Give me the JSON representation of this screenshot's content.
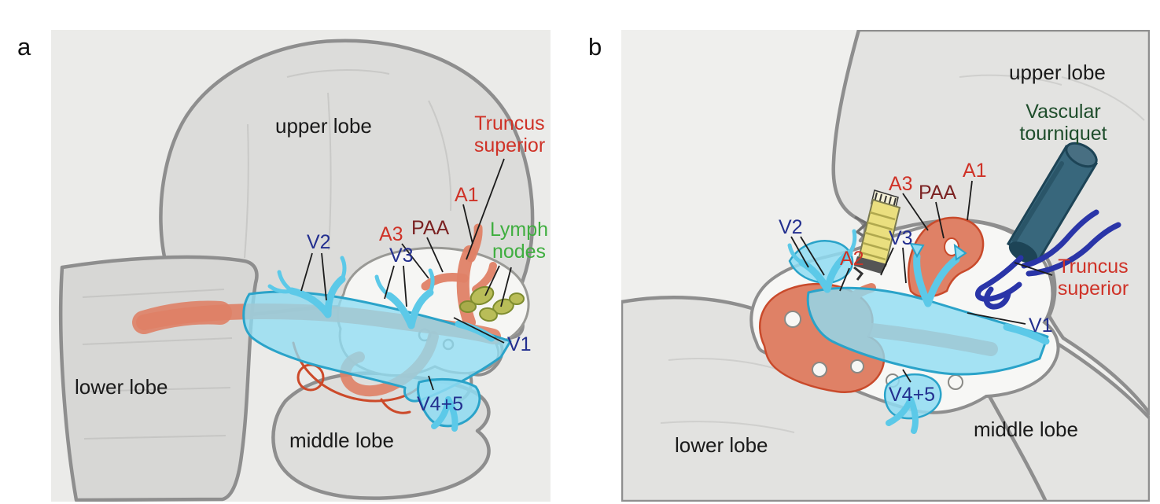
{
  "colors": {
    "panel_background": "#ebebe9",
    "lobe_fill": "#dcdcda",
    "lobe_outline": "#8e8e8e",
    "artery": "#df8166",
    "artery_outline": "#c94a2b",
    "vein": "#8fdcf2",
    "vein_outline": "#2aa3c9",
    "lymph_node": "#b9bd58",
    "lymph_node_outline": "#7e8c2f",
    "tourniquet_body": "#38677c",
    "tourniquet_tube": "#2a35a8",
    "stapler": "#eadf7f",
    "label_black": "#1a1a1a",
    "label_artery_red": "#cf3227",
    "label_paa_maroon": "#7b2222",
    "label_vein_navy": "#232f8f",
    "label_lymph_green": "#3fae3f",
    "label_tourniquet_green": "#1e4d2b"
  },
  "panels": {
    "a": {
      "letter": "a",
      "labels": {
        "upper_lobe": "upper lobe",
        "lower_lobe": "lower lobe",
        "middle_lobe": "middle lobe",
        "truncus_superior": "Truncus superior",
        "a1": "A1",
        "a3": "A3",
        "paa": "PAA",
        "lymph_nodes": "Lymph nodes",
        "v1": "V1",
        "v2": "V2",
        "v3": "V3",
        "v4_5": "V4+5"
      }
    },
    "b": {
      "letter": "b",
      "labels": {
        "upper_lobe": "upper lobe",
        "lower_lobe": "lower lobe",
        "middle_lobe": "middle lobe",
        "vascular_tourniquet": "Vascular tourniquet",
        "truncus_superior": "Truncus superior",
        "a1": "A1",
        "a2": "A2",
        "a3": "A3",
        "paa": "PAA",
        "v1": "V1",
        "v2": "V2",
        "v3": "V3",
        "v4_5": "V4+5"
      }
    }
  }
}
